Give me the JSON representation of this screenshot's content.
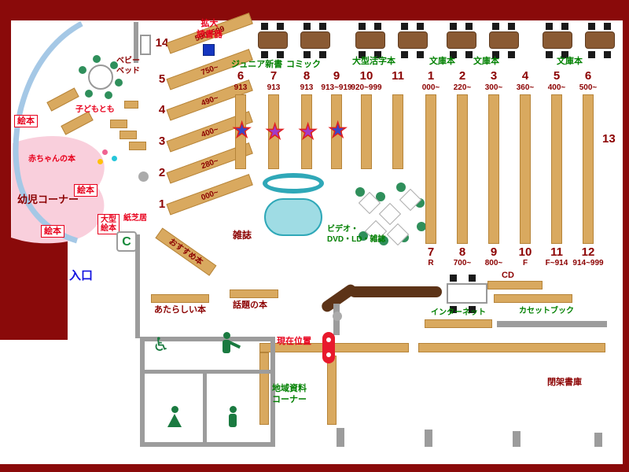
{
  "icons": {
    "wheelchair": "♿",
    "star": "★"
  },
  "kids": {
    "baby_bed1": "ベビー",
    "baby_bed2": "ベッド",
    "kodomo_tomo": "子どもとも",
    "baby_books": "赤ちゃんの本",
    "ehon": "絵本",
    "infant_corner": "幼児コーナー",
    "ogata1": "大型",
    "ogata2": "絵本",
    "kamishibai": "紙芝居",
    "c_mark": "C"
  },
  "entrance": "入口",
  "diagonal": [
    {
      "num": "14",
      "range": "590~599"
    },
    {
      "num": "5",
      "range": "750~"
    },
    {
      "num": "4",
      "range": "490~"
    },
    {
      "num": "3",
      "range": "400~"
    },
    {
      "num": "2",
      "range": "280~"
    },
    {
      "num": "1",
      "range": "000~"
    }
  ],
  "recommend": "おすすめ本",
  "top": {
    "magnifier1": "拡大",
    "magnifier2": "読書器",
    "junior": "ジュニア新書",
    "comic": "コミック",
    "large_print": "大型活字本",
    "bunko": "文庫本"
  },
  "columns_left": [
    {
      "num": "6",
      "range": "913"
    },
    {
      "num": "7",
      "range": "913"
    },
    {
      "num": "8",
      "range": "913"
    },
    {
      "num": "9",
      "range": "913~919"
    },
    {
      "num": "10",
      "range": "920~999"
    },
    {
      "num": "11",
      "range": ""
    }
  ],
  "columns_right_top": [
    {
      "num": "1",
      "range": "000~"
    },
    {
      "num": "2",
      "range": "220~"
    },
    {
      "num": "3",
      "range": "300~"
    },
    {
      "num": "4",
      "range": "360~"
    },
    {
      "num": "5",
      "range": "400~"
    },
    {
      "num": "6",
      "range": "500~"
    }
  ],
  "columns_right_bottom": [
    {
      "num": "7",
      "range": "R"
    },
    {
      "num": "8",
      "range": "700~"
    },
    {
      "num": "9",
      "range": "800~"
    },
    {
      "num": "10",
      "range": "F"
    },
    {
      "num": "11",
      "range": "F~914"
    },
    {
      "num": "12",
      "range": "914~999"
    }
  ],
  "area13": "13",
  "center": {
    "magazine": "雑誌",
    "video1": "ビデオ・",
    "video2": "DVD・LD・雑誌",
    "internet": "インターネット",
    "cd": "CD",
    "cassette": "カセットブック",
    "current": "現在位置"
  },
  "lower": {
    "new_books": "あたらしい本",
    "topic_books": "話題の本",
    "local1": "地域資料",
    "local2": "コーナー",
    "closed_stacks": "閉架書庫"
  }
}
